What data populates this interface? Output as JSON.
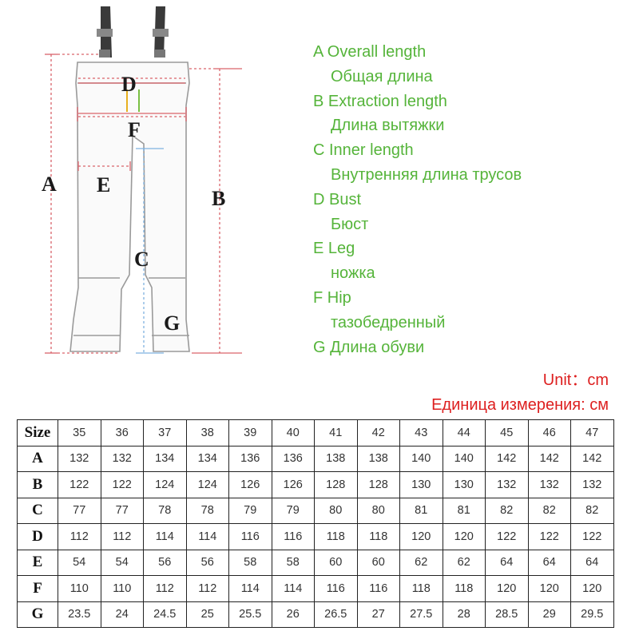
{
  "labels": {
    "A": "A",
    "B": "B",
    "C": "C",
    "D": "D",
    "E": "E",
    "F": "F",
    "G": "G"
  },
  "legend": [
    {
      "en": "A Overall length",
      "ru": "Общая длина"
    },
    {
      "en": "B Extraction length",
      "ru": "Длина вытяжки"
    },
    {
      "en": "C Inner length",
      "ru": "Внутренняя длина трусов"
    },
    {
      "en": "D Bust",
      "ru": "Бюст"
    },
    {
      "en": "E Leg",
      "ru": "ножка"
    },
    {
      "en": "F Hip",
      "ru": "тазобедренный"
    },
    {
      "en": "G Длина обуви",
      "ru": ""
    }
  ],
  "unit_en": "Unit：cm",
  "unit_ru": "Единица измерения: см",
  "table": {
    "header_label": "Size",
    "sizes": [
      "35",
      "36",
      "37",
      "38",
      "39",
      "40",
      "41",
      "42",
      "43",
      "44",
      "45",
      "46",
      "47"
    ],
    "rows": [
      {
        "label": "A",
        "values": [
          "132",
          "132",
          "134",
          "134",
          "136",
          "136",
          "138",
          "138",
          "140",
          "140",
          "142",
          "142",
          "142"
        ]
      },
      {
        "label": "B",
        "values": [
          "122",
          "122",
          "124",
          "124",
          "126",
          "126",
          "128",
          "128",
          "130",
          "130",
          "132",
          "132",
          "132"
        ]
      },
      {
        "label": "C",
        "values": [
          "77",
          "77",
          "78",
          "78",
          "79",
          "79",
          "80",
          "80",
          "81",
          "81",
          "82",
          "82",
          "82"
        ]
      },
      {
        "label": "D",
        "values": [
          "112",
          "112",
          "114",
          "114",
          "116",
          "116",
          "118",
          "118",
          "120",
          "120",
          "122",
          "122",
          "122"
        ]
      },
      {
        "label": "E",
        "values": [
          "54",
          "54",
          "56",
          "56",
          "58",
          "58",
          "60",
          "60",
          "62",
          "62",
          "64",
          "64",
          "64"
        ]
      },
      {
        "label": "F",
        "values": [
          "110",
          "110",
          "112",
          "112",
          "114",
          "114",
          "116",
          "116",
          "118",
          "118",
          "120",
          "120",
          "120"
        ]
      },
      {
        "label": "G",
        "values": [
          "23.5",
          "24",
          "24.5",
          "25",
          "25.5",
          "26",
          "26.5",
          "27",
          "27.5",
          "28",
          "28.5",
          "29",
          "29.5"
        ]
      }
    ]
  },
  "colors": {
    "legend": "#55b43a",
    "unit": "#dd1f1f",
    "measure_red": "#d9636b",
    "measure_blue": "#7fb2e0"
  }
}
